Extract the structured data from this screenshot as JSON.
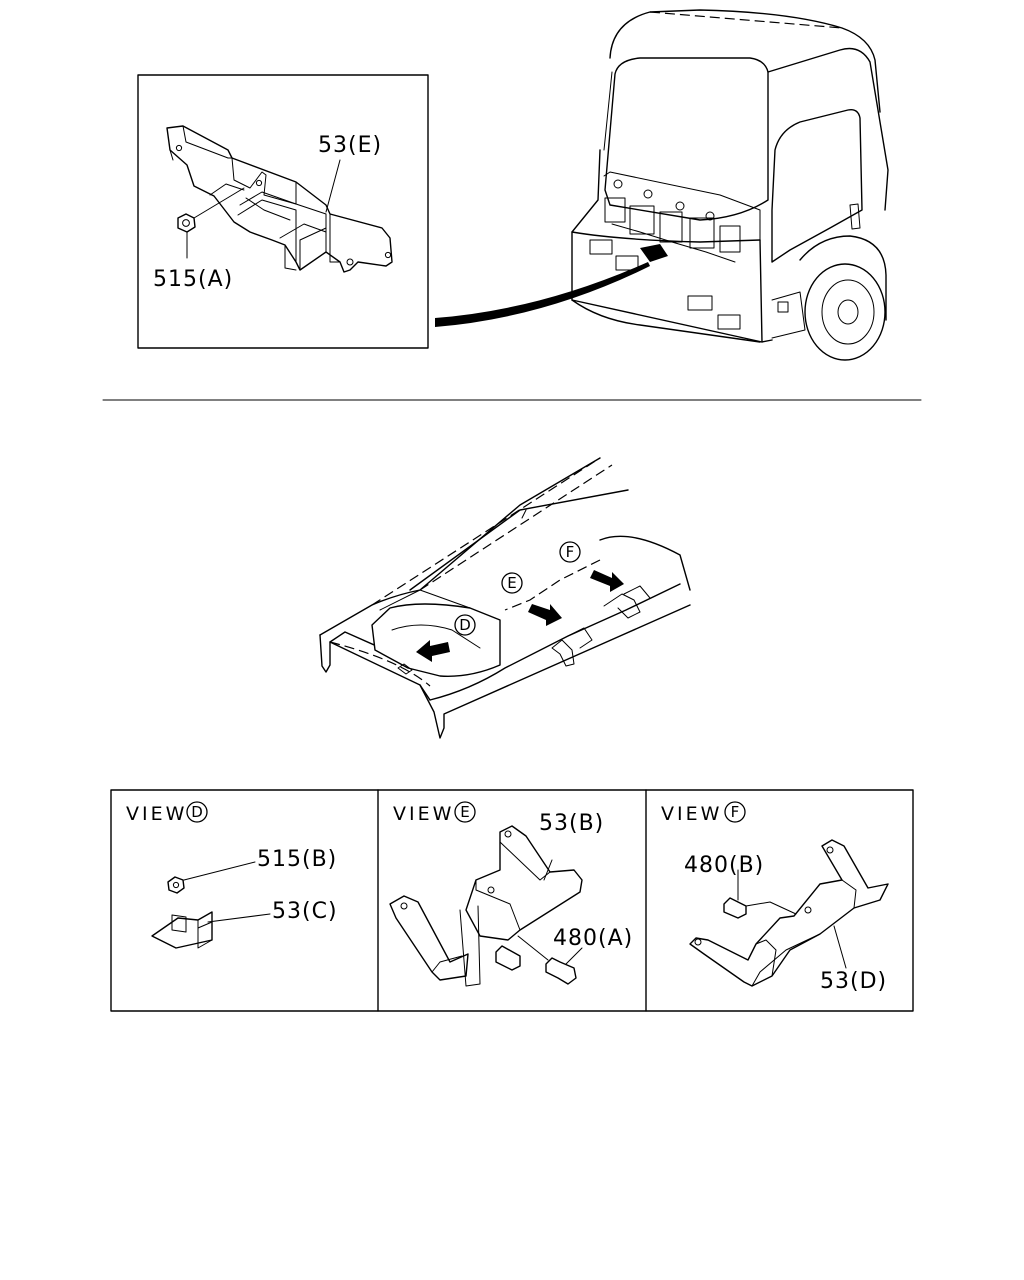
{
  "top_callouts": {
    "part_53e": "53(E)",
    "part_515a": "515(A)"
  },
  "frame_markers": {
    "d": "D",
    "e": "E",
    "f": "F"
  },
  "views": [
    {
      "title": "VIEW",
      "marker": "D",
      "labels": [
        "515(B)",
        "53(C)"
      ]
    },
    {
      "title": "VIEW",
      "marker": "E",
      "labels": [
        "53(B)",
        "480(A)"
      ]
    },
    {
      "title": "VIEW",
      "marker": "F",
      "labels": [
        "480(B)",
        "53(D)"
      ]
    }
  ]
}
